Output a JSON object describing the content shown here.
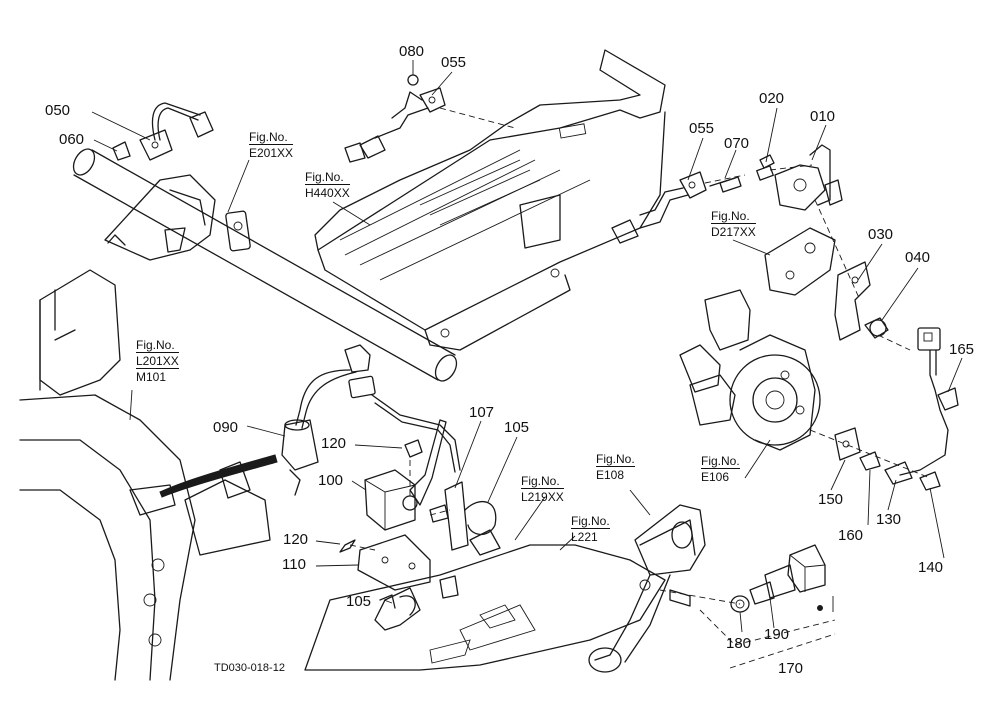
{
  "diagram": {
    "code": "TD030-018-12",
    "parts": [
      {
        "no": "050"
      },
      {
        "no": "060"
      },
      {
        "no": "080"
      },
      {
        "no": "055"
      },
      {
        "no": "055"
      },
      {
        "no": "070"
      },
      {
        "no": "020"
      },
      {
        "no": "010"
      },
      {
        "no": "030"
      },
      {
        "no": "040"
      },
      {
        "no": "165"
      },
      {
        "no": "090"
      },
      {
        "no": "120"
      },
      {
        "no": "100"
      },
      {
        "no": "107"
      },
      {
        "no": "105"
      },
      {
        "no": "120"
      },
      {
        "no": "110"
      },
      {
        "no": "105"
      },
      {
        "no": "150"
      },
      {
        "no": "160"
      },
      {
        "no": "130"
      },
      {
        "no": "140"
      },
      {
        "no": "180"
      },
      {
        "no": "190"
      },
      {
        "no": "170"
      }
    ],
    "figure_refs": [
      {
        "prefix": "Fig.No.",
        "code": "E201XX"
      },
      {
        "prefix": "Fig.No.",
        "code": "H440XX"
      },
      {
        "prefix": "Fig.No.",
        "code": "D217XX"
      },
      {
        "prefix": "Fig.No.",
        "code": "L201XX",
        "code2": "M101"
      },
      {
        "prefix": "Fig.No.",
        "code": "L219XX"
      },
      {
        "prefix": "Fig.No.",
        "code": "E108"
      },
      {
        "prefix": "Fig.No.",
        "code": "L221"
      },
      {
        "prefix": "Fig.No.",
        "code": "E106"
      }
    ]
  }
}
